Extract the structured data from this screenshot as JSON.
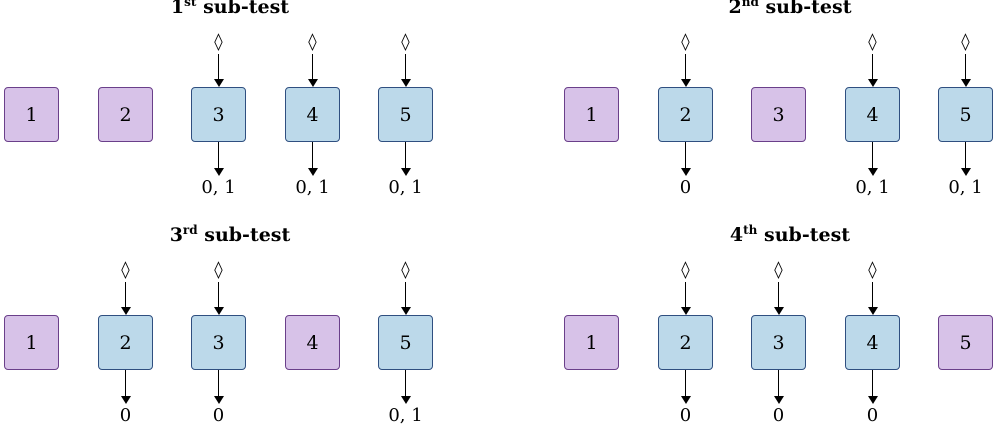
{
  "subtests": [
    {
      "ordinal": "1",
      "suffix": "st",
      "label": "sub-test",
      "boxes": [
        {
          "label": "1",
          "active": false,
          "input": "",
          "output": ""
        },
        {
          "label": "2",
          "active": false,
          "input": "",
          "output": ""
        },
        {
          "label": "3",
          "active": true,
          "input": "◊",
          "output": "0, 1"
        },
        {
          "label": "4",
          "active": true,
          "input": "◊",
          "output": "0, 1"
        },
        {
          "label": "5",
          "active": true,
          "input": "◊",
          "output": "0, 1"
        }
      ]
    },
    {
      "ordinal": "2",
      "suffix": "nd",
      "label": "sub-test",
      "boxes": [
        {
          "label": "1",
          "active": false,
          "input": "",
          "output": ""
        },
        {
          "label": "2",
          "active": true,
          "input": "◊",
          "output": "0"
        },
        {
          "label": "3",
          "active": false,
          "input": "",
          "output": ""
        },
        {
          "label": "4",
          "active": true,
          "input": "◊",
          "output": "0, 1"
        },
        {
          "label": "5",
          "active": true,
          "input": "◊",
          "output": "0, 1"
        }
      ]
    },
    {
      "ordinal": "3",
      "suffix": "rd",
      "label": "sub-test",
      "boxes": [
        {
          "label": "1",
          "active": false,
          "input": "",
          "output": ""
        },
        {
          "label": "2",
          "active": true,
          "input": "◊",
          "output": "0"
        },
        {
          "label": "3",
          "active": true,
          "input": "◊",
          "output": "0"
        },
        {
          "label": "4",
          "active": false,
          "input": "",
          "output": ""
        },
        {
          "label": "5",
          "active": true,
          "input": "◊",
          "output": "0, 1"
        }
      ]
    },
    {
      "ordinal": "4",
      "suffix": "th",
      "label": "sub-test",
      "boxes": [
        {
          "label": "1",
          "active": false,
          "input": "",
          "output": ""
        },
        {
          "label": "2",
          "active": true,
          "input": "◊",
          "output": "0"
        },
        {
          "label": "3",
          "active": true,
          "input": "◊",
          "output": "0"
        },
        {
          "label": "4",
          "active": true,
          "input": "◊",
          "output": "0"
        },
        {
          "label": "5",
          "active": false,
          "input": "",
          "output": ""
        }
      ]
    }
  ],
  "colors": {
    "inactive_fill": "#d7c2e8",
    "inactive_border": "#6a3f8a",
    "active_fill": "#bcd9ea",
    "active_border": "#2f4f80"
  }
}
